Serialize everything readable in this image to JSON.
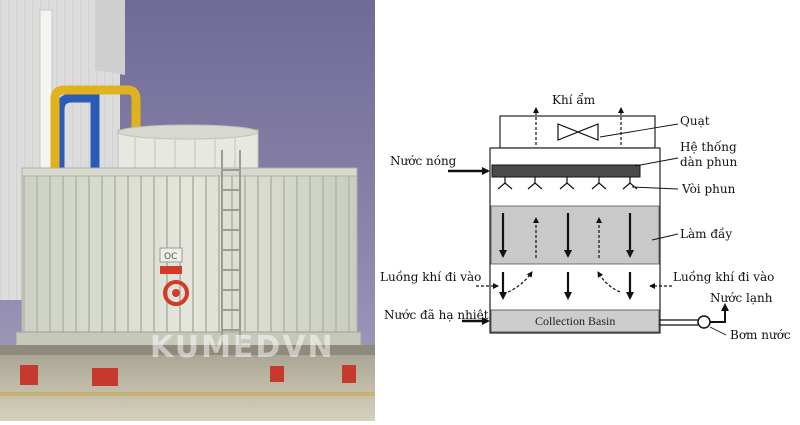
{
  "photo": {
    "watermark": "KUMEDVN",
    "nameplate": "OC"
  },
  "diagram": {
    "labels": {
      "moist_air": "Khí ẩm",
      "fan": "Quạt",
      "spray_system": "Hệ thống\ndàn phun",
      "hot_water": "Nước nóng",
      "nozzle": "Vòi phun",
      "fill": "Làm đầy",
      "air_inlet_left": "Luồng khí đi vào",
      "air_inlet_right": "Luồng khí đi vào",
      "cooled_water": "Nước đã hạ nhiệt",
      "cold_water": "Nước lạnh",
      "basin": "Collection Basin",
      "pump": "Bơm nước"
    }
  }
}
